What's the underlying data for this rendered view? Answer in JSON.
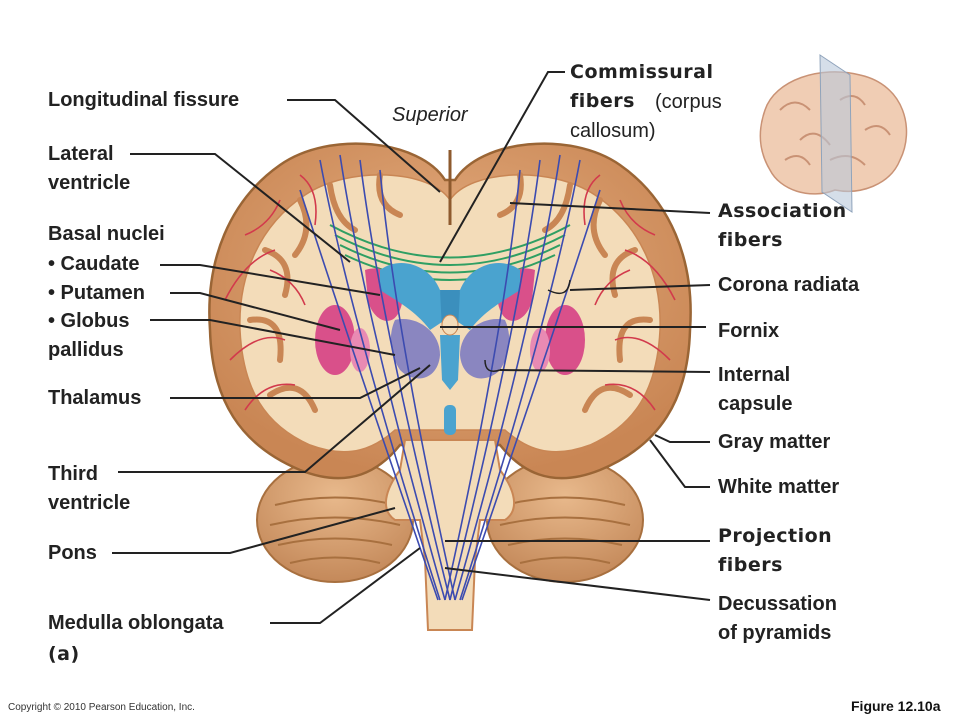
{
  "labels": {
    "longitudinal_fissure": "Longitudinal fissure",
    "superior": "Superior",
    "commissural_bold": "Commissural\nfibers",
    "commissural_rest": "(corpus",
    "commissural_rest2": "callosum)",
    "lateral_ventricle": "Lateral\nventricle",
    "association_fibers": "Association\nfibers",
    "basal_nuclei": "Basal nuclei",
    "caudate": "• Caudate",
    "putamen": "• Putamen",
    "globus_pallidus": "• Globus\npallidus",
    "corona_radiata": "Corona radiata",
    "fornix": "Fornix",
    "internal_capsule": "Internal\ncapsule",
    "thalamus": "Thalamus",
    "gray_matter": "Gray matter",
    "third_ventricle": "Third\nventricle",
    "white_matter": "White matter",
    "projection_fibers": "Projection\nfibers",
    "pons": "Pons",
    "decussation": "Decussation\nof pyramids",
    "medulla": "Medulla oblongata",
    "panel": "(a)"
  },
  "footer": {
    "copyright": "Copyright © 2010 Pearson Education, Inc.",
    "figure": "Figure 12.10a"
  },
  "colors": {
    "cortex": "#d79a6a",
    "white_matter": "#f3dcb9",
    "ventricle": "#4aa3cf",
    "basal_nuclei": "#d9508a",
    "thalamus": "#8a86c0",
    "projection_fibers": "#3c4bb0",
    "association_fibers": "#d23a4c",
    "commissural_fibers": "#2f9f63",
    "leader_line": "#222222"
  }
}
